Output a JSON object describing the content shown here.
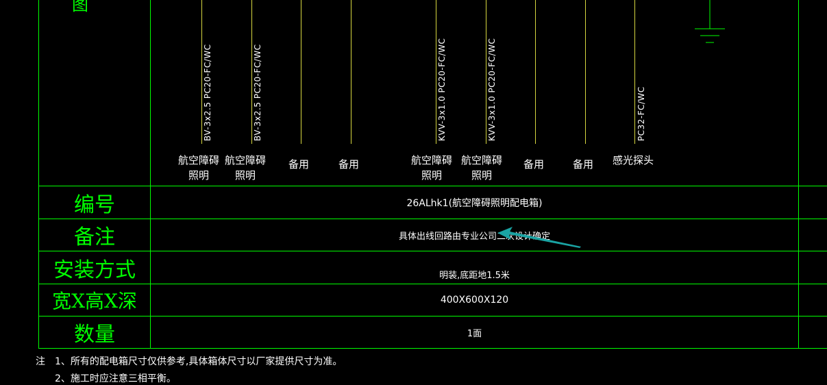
{
  "header": {
    "partial_char": "图"
  },
  "circuits": [
    {
      "cable": "BV-3x2.5 PC20-FC/WC",
      "name": "航空障碍\n照明"
    },
    {
      "cable": "BV-3x2.5 PC20-FC/WC",
      "name": "航空障碍\n照明"
    },
    {
      "cable": "",
      "name": "备用"
    },
    {
      "cable": "",
      "name": "备用"
    },
    {
      "cable": "KVV-3x1.0 PC20-FC/WC",
      "name": "航空障碍\n照明"
    },
    {
      "cable": "KVV-3x1.0 PC20-FC/WC",
      "name": "航空障碍\n照明"
    },
    {
      "cable": "",
      "name": "备用"
    },
    {
      "cable": "",
      "name": "备用"
    },
    {
      "cable": "PC32-FC/WC",
      "name": "感光探头"
    }
  ],
  "rows": [
    {
      "label": "编号",
      "value": "26ALhk1(航空障碍照明配电箱)"
    },
    {
      "label": "备注",
      "value": "具体出线回路由专业公司二次设计确定"
    },
    {
      "label": "安装方式",
      "value": "明装,底距地1.5米"
    },
    {
      "label": "宽X高X深",
      "value": "400X600X120"
    },
    {
      "label": "数量",
      "value": "1面"
    }
  ],
  "notes": {
    "prefix": "注",
    "line1": "1、所有的配电箱尺寸仅供参考,具体箱体尺寸以厂家提供尺寸为准。",
    "line2": "2、施工时应注意三相平衡。"
  },
  "colors": {
    "grid": "#00ff00",
    "wire": "#d8d840",
    "arrow": "#1aa3a3",
    "background": "#000000"
  }
}
